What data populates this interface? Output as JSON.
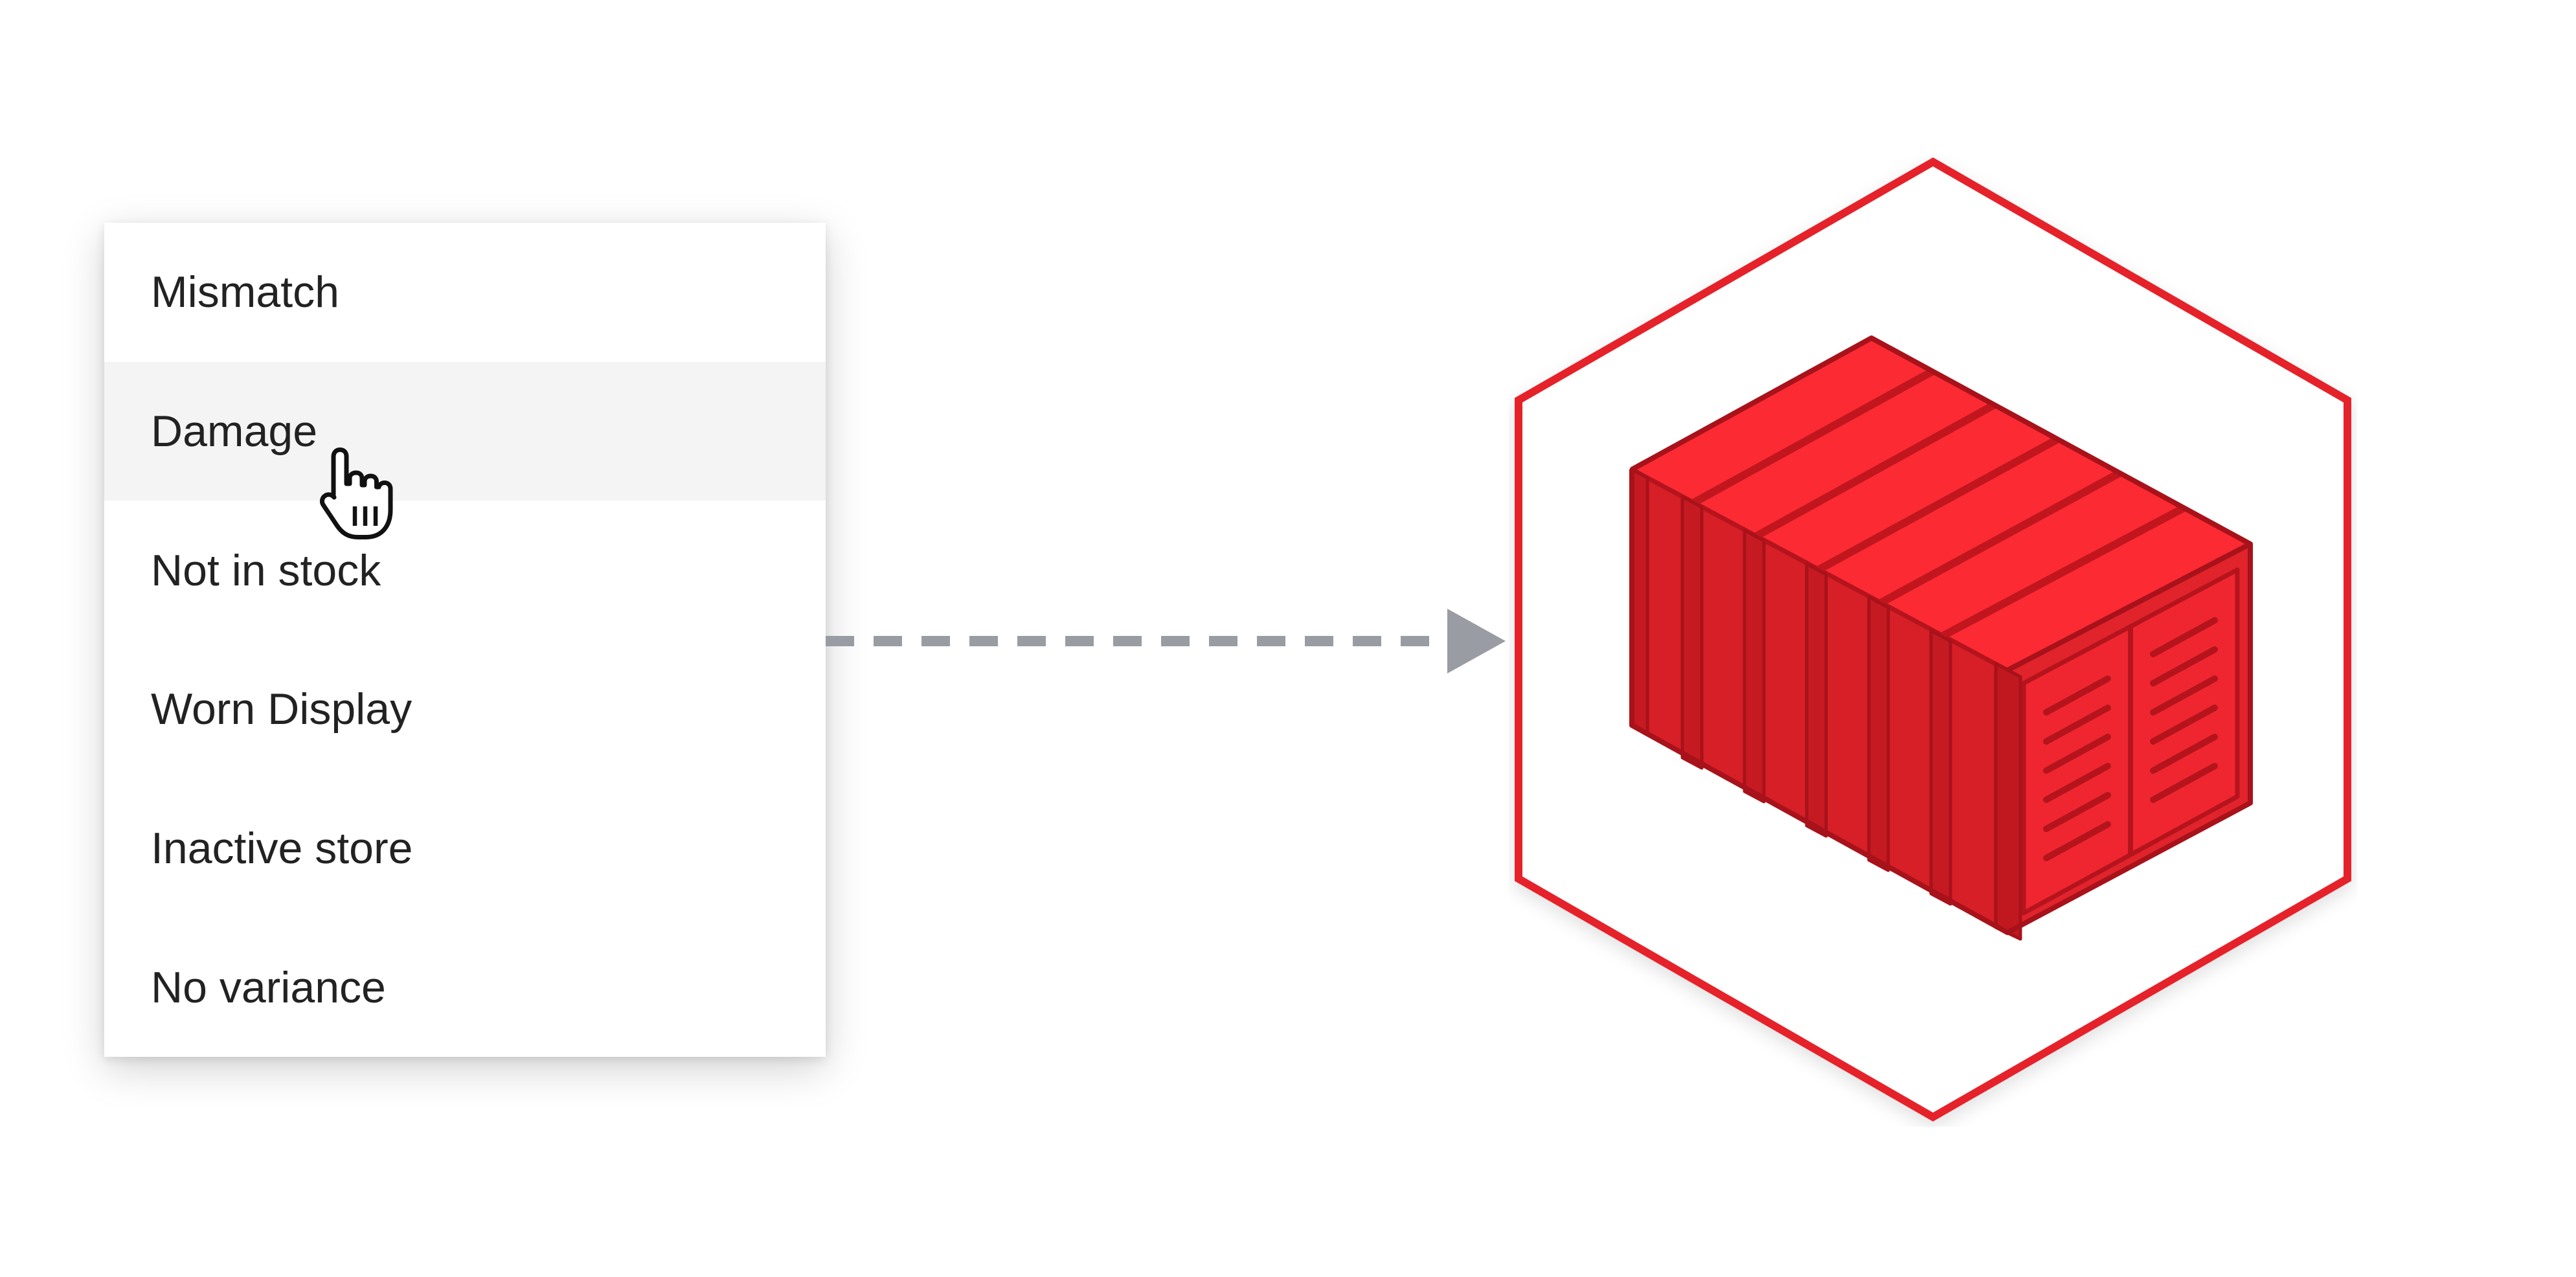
{
  "menu": {
    "items": [
      {
        "label": "Mismatch",
        "highlighted": false
      },
      {
        "label": "Damage",
        "highlighted": true
      },
      {
        "label": "Not in stock",
        "highlighted": false
      },
      {
        "label": "Worn Display",
        "highlighted": false
      },
      {
        "label": "Inactive store",
        "highlighted": false
      },
      {
        "label": "No variance",
        "highlighted": false
      }
    ]
  },
  "cursor": {
    "icon": "hand-pointer-icon"
  },
  "connector": {
    "icon": "dashed-arrow-icon",
    "color": "#9a9ca3"
  },
  "badge": {
    "icon": "shipping-container-icon",
    "frame_color": "#e5232b",
    "container_color": "#e0202a"
  }
}
